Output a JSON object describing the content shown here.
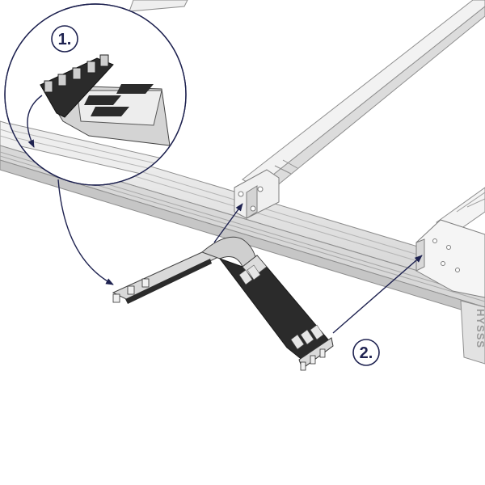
{
  "diagram": {
    "steps": [
      {
        "label": "1."
      },
      {
        "label": "2."
      }
    ],
    "brand_mark": "HYSSS",
    "colors": {
      "rail_fill": "#eeeeee",
      "rail_stroke": "#8e8e8e",
      "bracket_fill": "#2b2b2b",
      "bracket_light": "#d9d9d9",
      "arrow": "#1e2250",
      "callout_stroke": "#1e2250"
    },
    "icons": [
      "assembly-arrow-icon",
      "zoom-callout-icon"
    ]
  }
}
